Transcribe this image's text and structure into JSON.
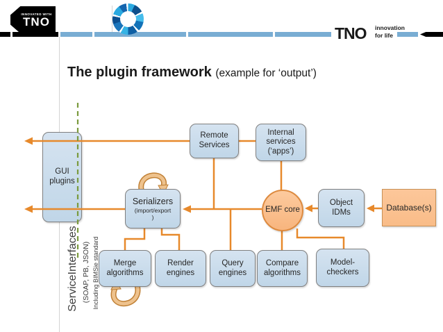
{
  "header": {
    "badge": {
      "top": "INNOVATED WITH",
      "brand": "TNO"
    },
    "logo": {
      "brand": "TNO",
      "tagline_line1": "innovation",
      "tagline_line2": "for life"
    },
    "title": "The plugin framework ",
    "title_suffix": "(example for ‘output’)"
  },
  "diagram": {
    "nodes": {
      "gui_plugins": "GUI plugins",
      "remote_services": "Remote Services",
      "internal_services": "Internal services (‘apps’)",
      "serializers_title": "Serializers",
      "serializers_sub": "(import/export",
      "serializers_sub2": ")",
      "emf_core": "EMF core",
      "object_idms": "Object IDMs",
      "databases": "Database(s)",
      "merge": "Merge algorithms",
      "render": "Render engines",
      "query": "Query engines",
      "compare": "Compare algorithms",
      "model_checkers": "Model-checkers"
    },
    "side_labels": {
      "primary": "ServiceInterfaces",
      "secondary": "(SOAP, PB, JSON)",
      "tertiary": "Including BIMSie standard"
    }
  },
  "colors": {
    "connector_orange": "#E7892B",
    "loop_tan_fill": "#EEC28D",
    "loop_tan_outline": "#C08035",
    "node_blue": "#C8DCEC",
    "node_orange": "#FAC08F",
    "bar_blue": "#79ADD3",
    "dash_green": "#7A9A3D",
    "bar_black": "#000000"
  }
}
